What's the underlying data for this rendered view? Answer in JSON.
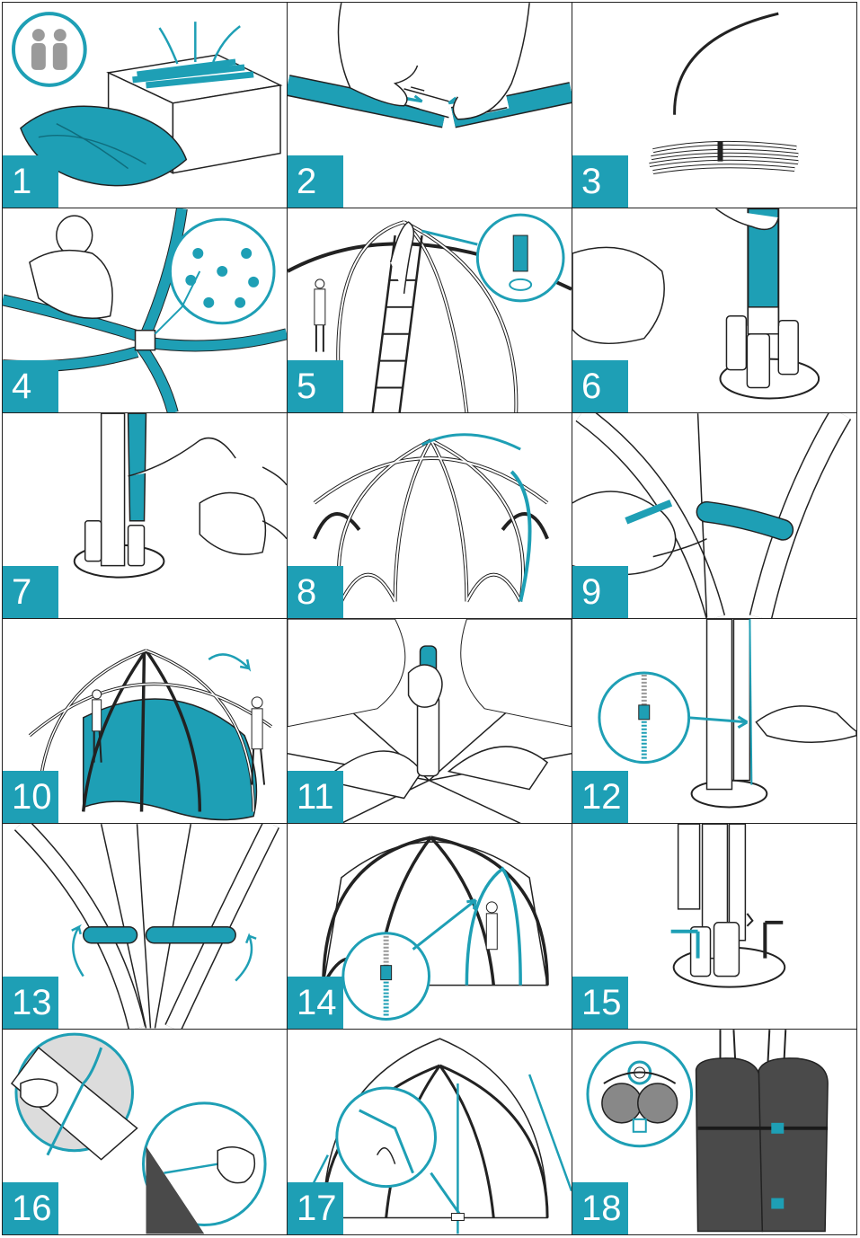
{
  "colors": {
    "accent": "#1e9fb5",
    "line": "#222222",
    "fill_dark": "#4a4a4a",
    "grey_icon": "#9a9a9a"
  },
  "panels": [
    {
      "step": "1",
      "icon": "two-people-icon"
    },
    {
      "step": "2"
    },
    {
      "step": "3"
    },
    {
      "step": "4"
    },
    {
      "step": "5"
    },
    {
      "step": "6"
    },
    {
      "step": "7"
    },
    {
      "step": "8"
    },
    {
      "step": "9"
    },
    {
      "step": "10"
    },
    {
      "step": "11"
    },
    {
      "step": "12"
    },
    {
      "step": "13"
    },
    {
      "step": "14"
    },
    {
      "step": "15"
    },
    {
      "step": "16"
    },
    {
      "step": "17"
    },
    {
      "step": "18"
    }
  ]
}
